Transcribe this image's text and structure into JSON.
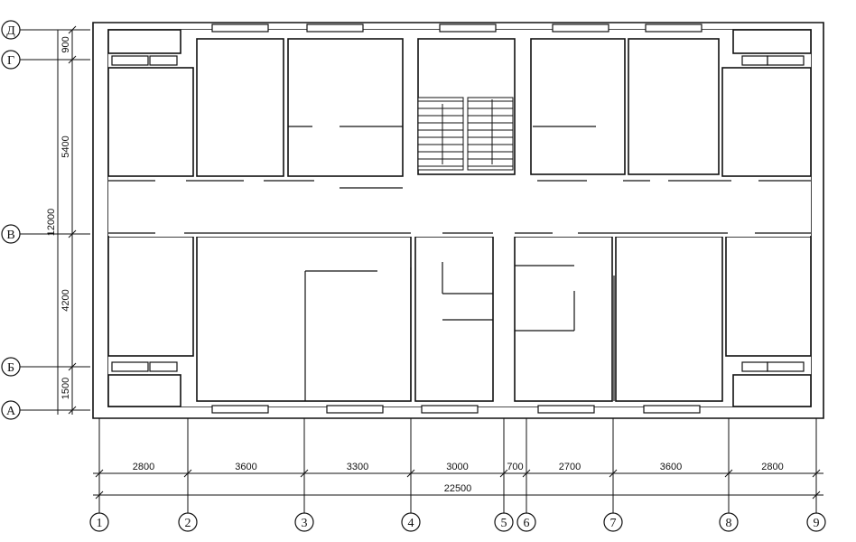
{
  "axes_horizontal": [
    {
      "label": "1"
    },
    {
      "label": "2"
    },
    {
      "label": "3"
    },
    {
      "label": "4"
    },
    {
      "label": "5"
    },
    {
      "label": "6"
    },
    {
      "label": "7"
    },
    {
      "label": "8"
    },
    {
      "label": "9"
    }
  ],
  "axes_vertical": [
    {
      "label": "Д"
    },
    {
      "label": "Г"
    },
    {
      "label": "В"
    },
    {
      "label": "Б"
    },
    {
      "label": "А"
    }
  ],
  "dims_bottom": [
    "2800",
    "3600",
    "3300",
    "3000",
    "700",
    "2700",
    "3600",
    "2800"
  ],
  "dim_bottom_total": "22500",
  "dims_left": [
    "900",
    "5400",
    "4200",
    "1500"
  ],
  "dim_left_total": "12000"
}
